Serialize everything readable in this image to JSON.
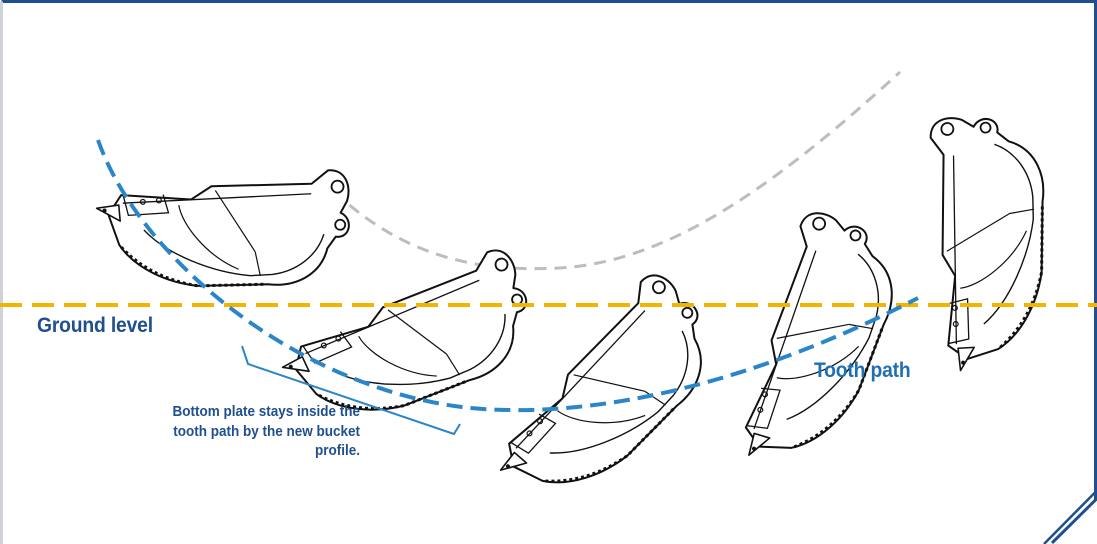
{
  "labels": {
    "ground_level": "Ground level",
    "tooth_path": "Tooth path",
    "bottom_plate_note": "Bottom plate stays inside the tooth path by the new bucket profile."
  },
  "colors": {
    "frame_border": "#1f4f8f",
    "ground_line": "#f2b400",
    "tooth_path": "#2a86c9",
    "pivot_arc": "#bdbdbd",
    "bucket_stroke": "#111111",
    "label_dark_blue": "#1f4f8f",
    "label_blue": "#1f6fb5"
  },
  "figures": {
    "bucket_count": 5
  }
}
